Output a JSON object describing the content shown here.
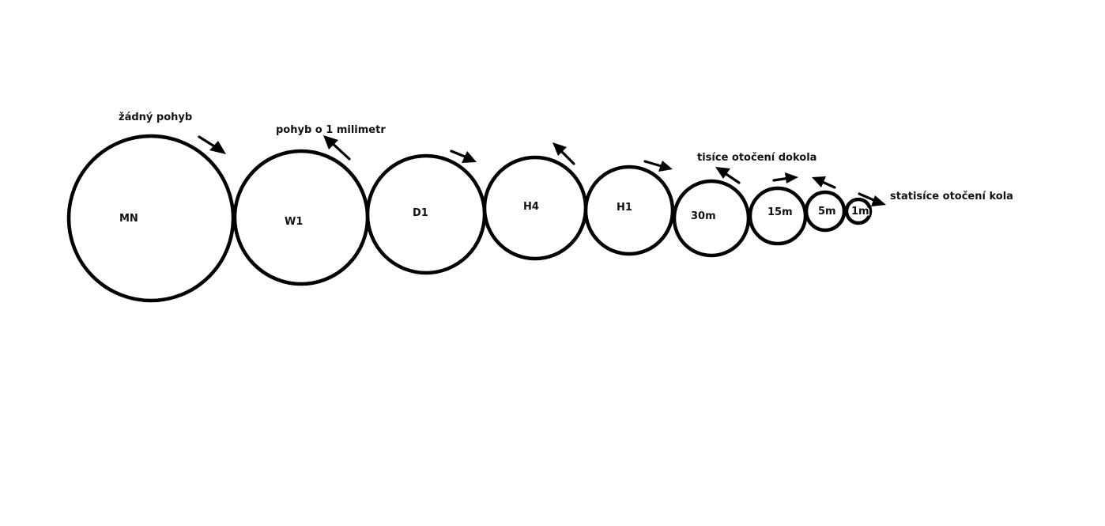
{
  "diagram": {
    "wheels": [
      {
        "label": "MN"
      },
      {
        "label": "W1"
      },
      {
        "label": "D1"
      },
      {
        "label": "H4"
      },
      {
        "label": "H1"
      },
      {
        "label": "30m"
      },
      {
        "label": "15m"
      },
      {
        "label": "5m"
      },
      {
        "label": "1m"
      }
    ],
    "notes": {
      "first": "žádný pohyb",
      "second": "pohyb o 1 milimetr",
      "middle": "tisíce otočení dokola",
      "last": "statisíce otočení kola"
    },
    "arrows": [
      {
        "connects": "MN",
        "direction": "right"
      },
      {
        "connects": "W1",
        "direction": "left"
      },
      {
        "connects": "D1",
        "direction": "right"
      },
      {
        "connects": "H4",
        "direction": "left"
      },
      {
        "connects": "H1",
        "direction": "right"
      },
      {
        "connects": "30m",
        "direction": "left"
      },
      {
        "connects": "15m",
        "direction": "right"
      },
      {
        "connects": "5m",
        "direction": "left"
      },
      {
        "connects": "1m",
        "direction": "right"
      }
    ],
    "colors": {
      "stroke": "#000000",
      "background": "#ffffff"
    }
  }
}
